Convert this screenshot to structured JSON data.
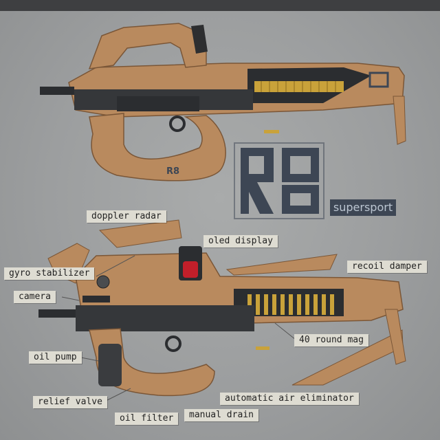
{
  "logo": {
    "mark": "R8",
    "tagline": "supersport",
    "color": "#3d4654"
  },
  "colors": {
    "tan": "#b98a5e",
    "tan_dark": "#7a5637",
    "receiver": "#2b2d30",
    "brass": "#c9a23a",
    "background": "#9c9e9f"
  },
  "labels": [
    {
      "id": "doppler",
      "text": "doppler radar"
    },
    {
      "id": "oled",
      "text": "oled display"
    },
    {
      "id": "gyro",
      "text": "gyro stabilizer"
    },
    {
      "id": "recoil",
      "text": "recoil damper"
    },
    {
      "id": "camera",
      "text": "camera"
    },
    {
      "id": "mag",
      "text": "40 round mag"
    },
    {
      "id": "oilpump",
      "text": "oil pump"
    },
    {
      "id": "relief",
      "text": "relief valve"
    },
    {
      "id": "aae",
      "text": "automatic air eliminator"
    },
    {
      "id": "drain",
      "text": "manual drain"
    },
    {
      "id": "filter",
      "text": "oil filter"
    }
  ]
}
